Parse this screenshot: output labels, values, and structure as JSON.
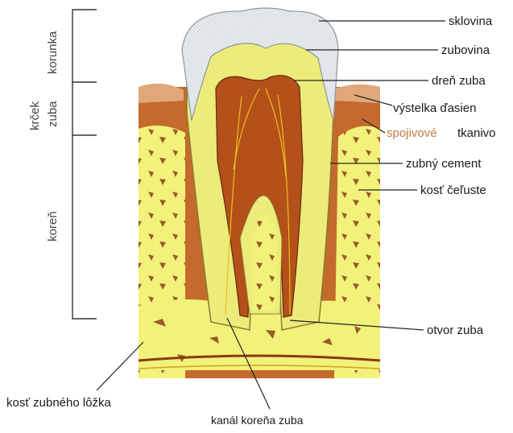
{
  "labels": {
    "sklovina": "sklovina",
    "zubovina": "zubovina",
    "dren_zuba": "dreň zuba",
    "vystelka_dasien": "výstelka ďasien",
    "spojivove": "spojivové",
    "tkanivo": "tkanivo",
    "zubny_cement": "zubný cement",
    "kost_celuste": "kosť čeľuste",
    "otvor_zuba": "otvor zuba",
    "kost_zubneho_lozka": "kosť zubného lôžka",
    "kanal_korena_zuba": "kanál koreňa zuba"
  },
  "regions": {
    "korunka": "korunka",
    "krcek": "krček",
    "zuba": "zuba",
    "koren": "koreň"
  },
  "colors": {
    "enamel": "#e4e8ec",
    "dentin": "#ecec7a",
    "pulp": "#b8541c",
    "tissue": "#c06a2a",
    "bone": "#f0f06a",
    "spojivove_accent": "#d08a5a"
  }
}
